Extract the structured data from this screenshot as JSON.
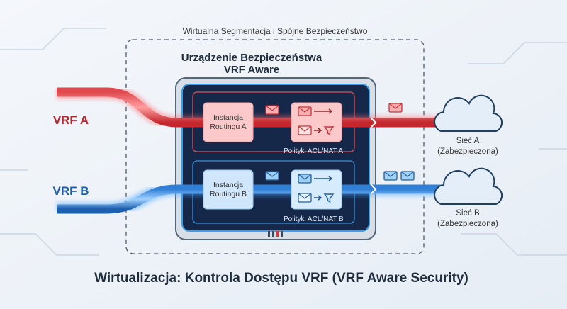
{
  "diagram": {
    "top_caption": "Wirtualna Segmentacja i Spójne Bezpieczeństwo",
    "device_title_line1": "Urządzenie Bezpieczeństwa",
    "device_title_line2": "VRF Aware",
    "vrf_a": {
      "label": "VRF A",
      "routing_line1": "Instancja",
      "routing_line2": "Routingu A",
      "policy_label": "Polityki ACL/NAT A",
      "network_line1": "Sieć A",
      "network_line2": "(Zabezpieczona)",
      "color": "#c8343a"
    },
    "vrf_b": {
      "label": "VRF B",
      "routing_line1": "Instancja",
      "routing_line2": "Routingu B",
      "policy_label": "Polityki ACL/NAT B",
      "network_line1": "Sieć B",
      "network_line2": "(Zabezpieczona)",
      "color": "#2a78c8"
    },
    "bottom_title": "Wirtualizacja: Kontrola Dostępu VRF (VRF Aware Security)"
  }
}
